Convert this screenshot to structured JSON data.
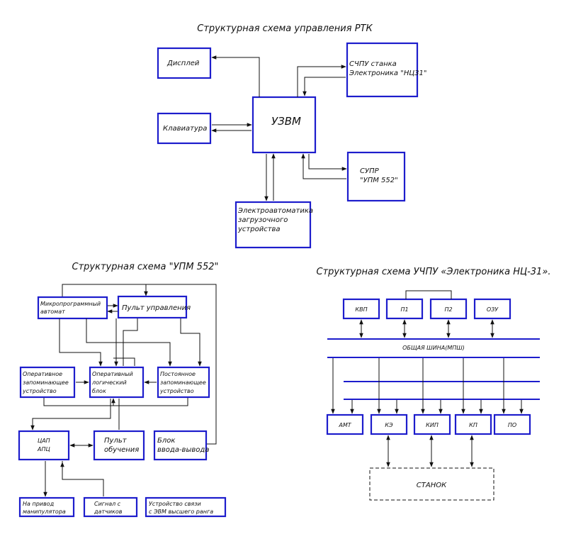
{
  "diagram1": {
    "title": "Структурная схема управления РТК",
    "display": "Дисплей",
    "keyboard": "Клавиатура",
    "uevm": "УЗВМ",
    "chpu_line1": "СЧПУ станка",
    "chpu_line2": "Электроника \"НЦ31\"",
    "supr_line1": "СУПР",
    "supr_line2": "\"УПМ 552\"",
    "loader_line1": "Электроавтоматика",
    "loader_line2": "загрузочного",
    "loader_line3": "устройства"
  },
  "diagram2": {
    "title": "Структурная схема \"УПМ 552\"",
    "micro_line1": "Микропрограммный",
    "micro_line2": "автомат",
    "panel": "Пульт управления",
    "ram_line1": "Оперативное",
    "ram_line2": "запоминающее",
    "ram_line3": "устройство",
    "logic_line1": "Оперативный",
    "logic_line2": "логический",
    "logic_line3": "блок",
    "rom_line1": "Постоянное",
    "rom_line2": "запоминающее",
    "rom_line3": "устройство",
    "dac_line1": "ЦАП",
    "dac_line2": "АПЦ",
    "teach_line1": "Пульт",
    "teach_line2": "обучения",
    "io_line1": "Блок",
    "io_line2": "ввода-вывода",
    "drive_line1": "На привод",
    "drive_line2": "манипулятора",
    "sensor_line1": "Сигнал с",
    "sensor_line2": "датчиков",
    "link_line1": "Устройство связи",
    "link_line2": "с ЭВМ высшего ранга"
  },
  "diagram3": {
    "title": "Структурная схема УЧПУ «Электроника НЦ-31».",
    "top_boxes": [
      "КВП",
      "П1",
      "П2",
      "ОЗУ"
    ],
    "bus_label": "ОБЩАЯ ШИНА(МПШ)",
    "bottom_boxes": [
      "АМТ",
      "КЭ",
      "КИП",
      "КП",
      "ПО"
    ],
    "machine": "СТАНОК"
  }
}
